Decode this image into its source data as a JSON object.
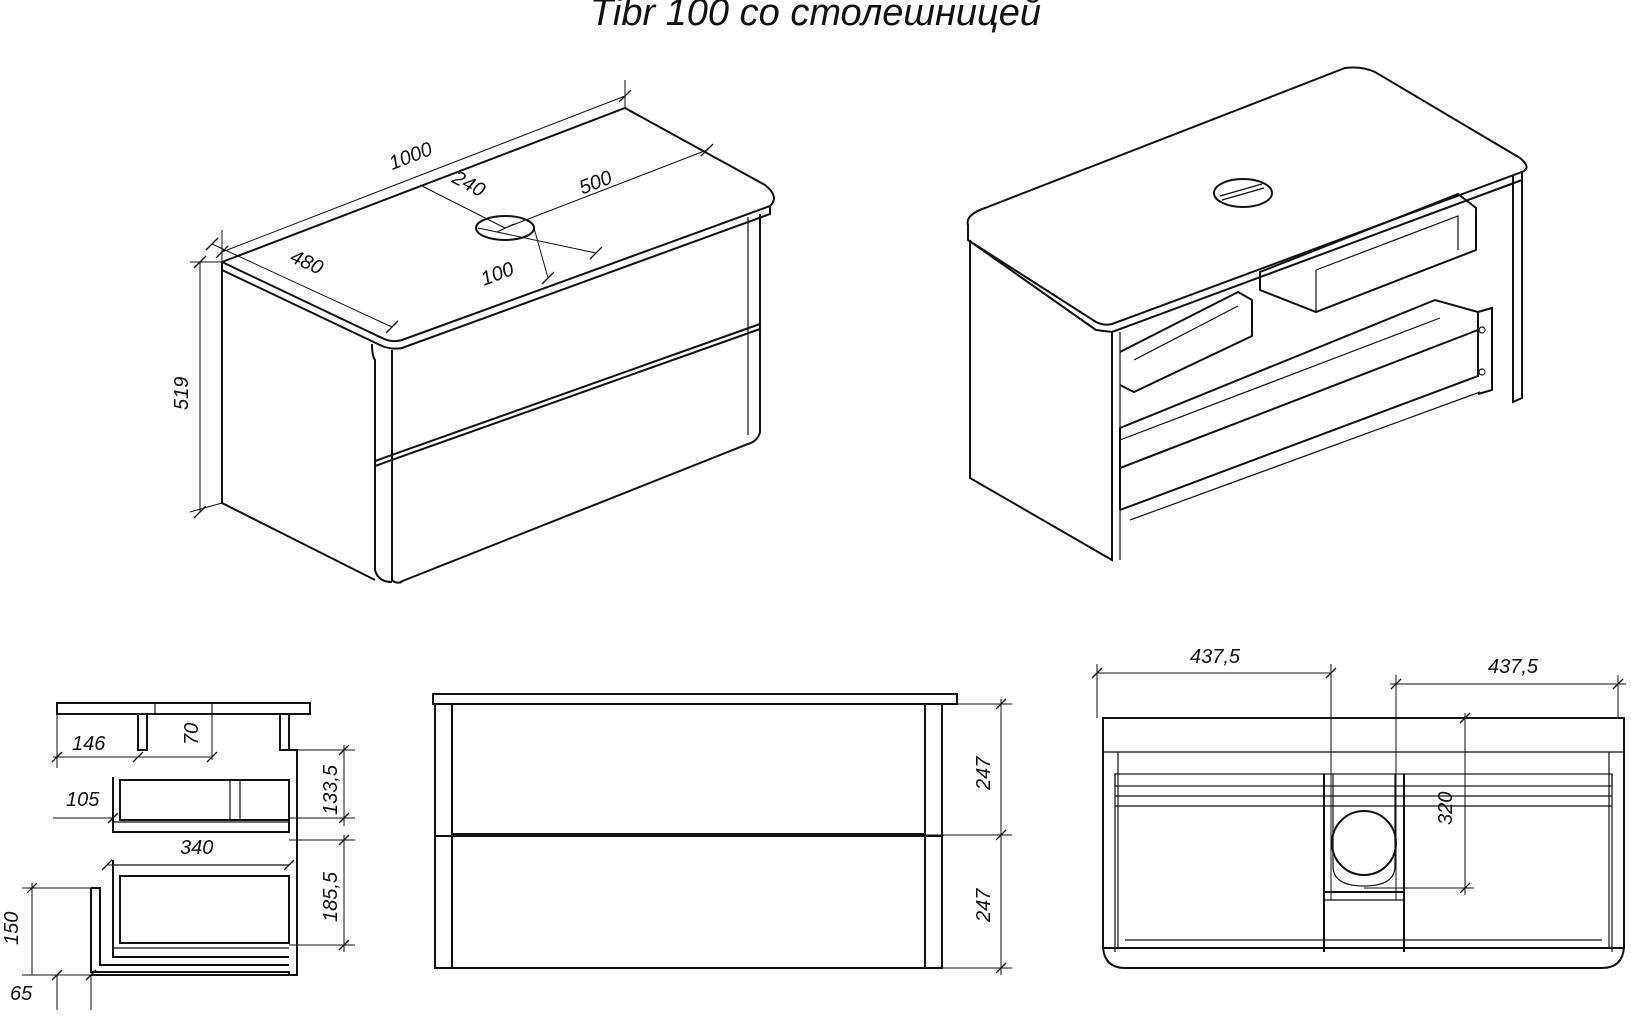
{
  "title": "Tibr 100 со столешницей",
  "dimensions": {
    "width_total": "1000",
    "depth": "480",
    "height": "519",
    "hole_from_front": "240",
    "hole_from_side": "500",
    "hole_diameter": "100",
    "left_half": "437,5",
    "right_half": "437,5",
    "hole_depth_offset": "320",
    "drawer_height_top": "247",
    "drawer_height_bottom": "247",
    "section_146": "146",
    "section_70": "70",
    "section_133_5": "133,5",
    "section_105": "105",
    "section_340": "340",
    "section_185_5": "185,5",
    "section_150": "150",
    "section_65": "65"
  }
}
